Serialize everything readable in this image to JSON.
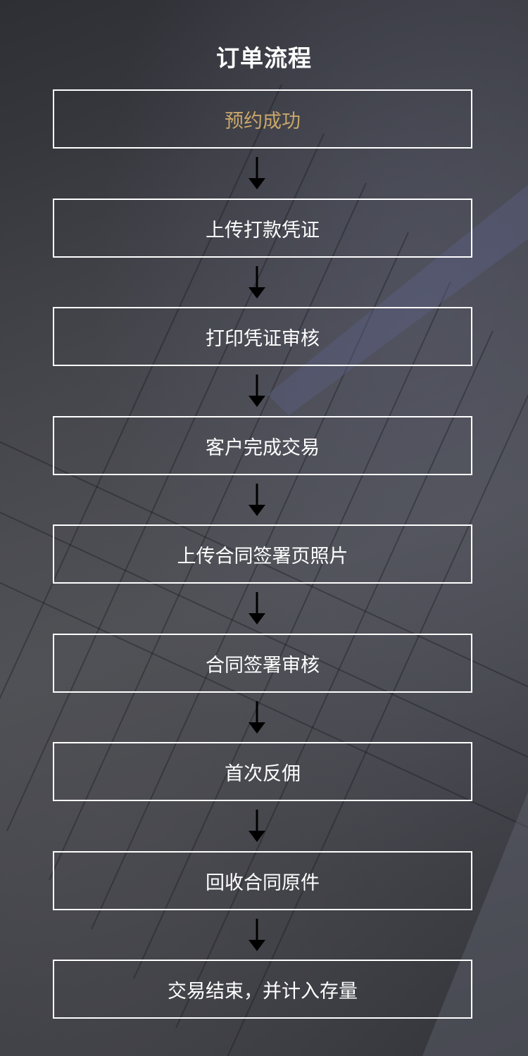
{
  "title": "订单流程",
  "colors": {
    "accent": "#c9a76a",
    "border": "#ffffff",
    "text": "#ffffff",
    "background": "#3c3d42"
  },
  "steps": [
    {
      "label": "预约成功",
      "highlight": true
    },
    {
      "label": "上传打款凭证"
    },
    {
      "label": "打印凭证审核"
    },
    {
      "label": "客户完成交易"
    },
    {
      "label": "上传合同签署页照片"
    },
    {
      "label": "合同签署审核"
    },
    {
      "label": "首次反佣"
    },
    {
      "label": "回收合同原件"
    },
    {
      "label": "交易结束，并计入存量"
    }
  ],
  "arrow_icon": "arrow-down-icon"
}
